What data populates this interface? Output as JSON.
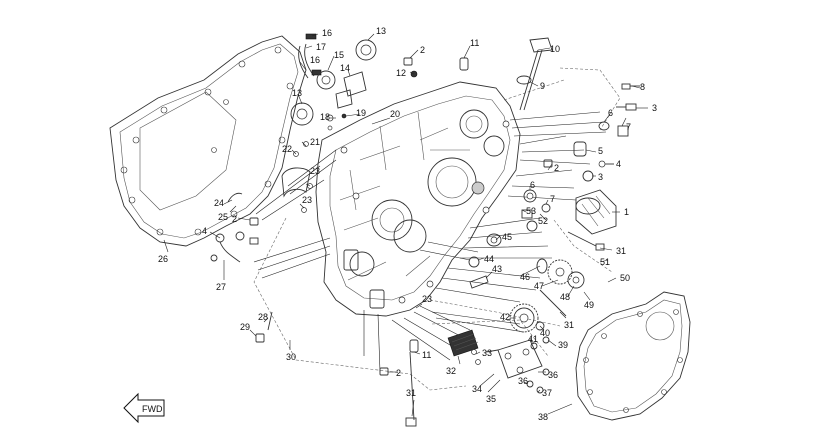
{
  "fwd_label": "FWD",
  "callouts": [
    "1",
    "2",
    "2",
    "2",
    "2",
    "3",
    "3",
    "4",
    "4",
    "5",
    "6",
    "6",
    "7",
    "7",
    "8",
    "9",
    "10",
    "11",
    "11",
    "12",
    "13",
    "13",
    "14",
    "15",
    "16",
    "16",
    "17",
    "18",
    "19",
    "20",
    "21",
    "22",
    "23",
    "23",
    "23",
    "24",
    "25",
    "26",
    "27",
    "28",
    "29",
    "30",
    "31",
    "31",
    "31",
    "32",
    "33",
    "34",
    "35",
    "36",
    "36",
    "37",
    "38",
    "39",
    "40",
    "41",
    "42",
    "43",
    "44",
    "45",
    "46",
    "47",
    "48",
    "49",
    "50",
    "51",
    "52",
    "53"
  ]
}
